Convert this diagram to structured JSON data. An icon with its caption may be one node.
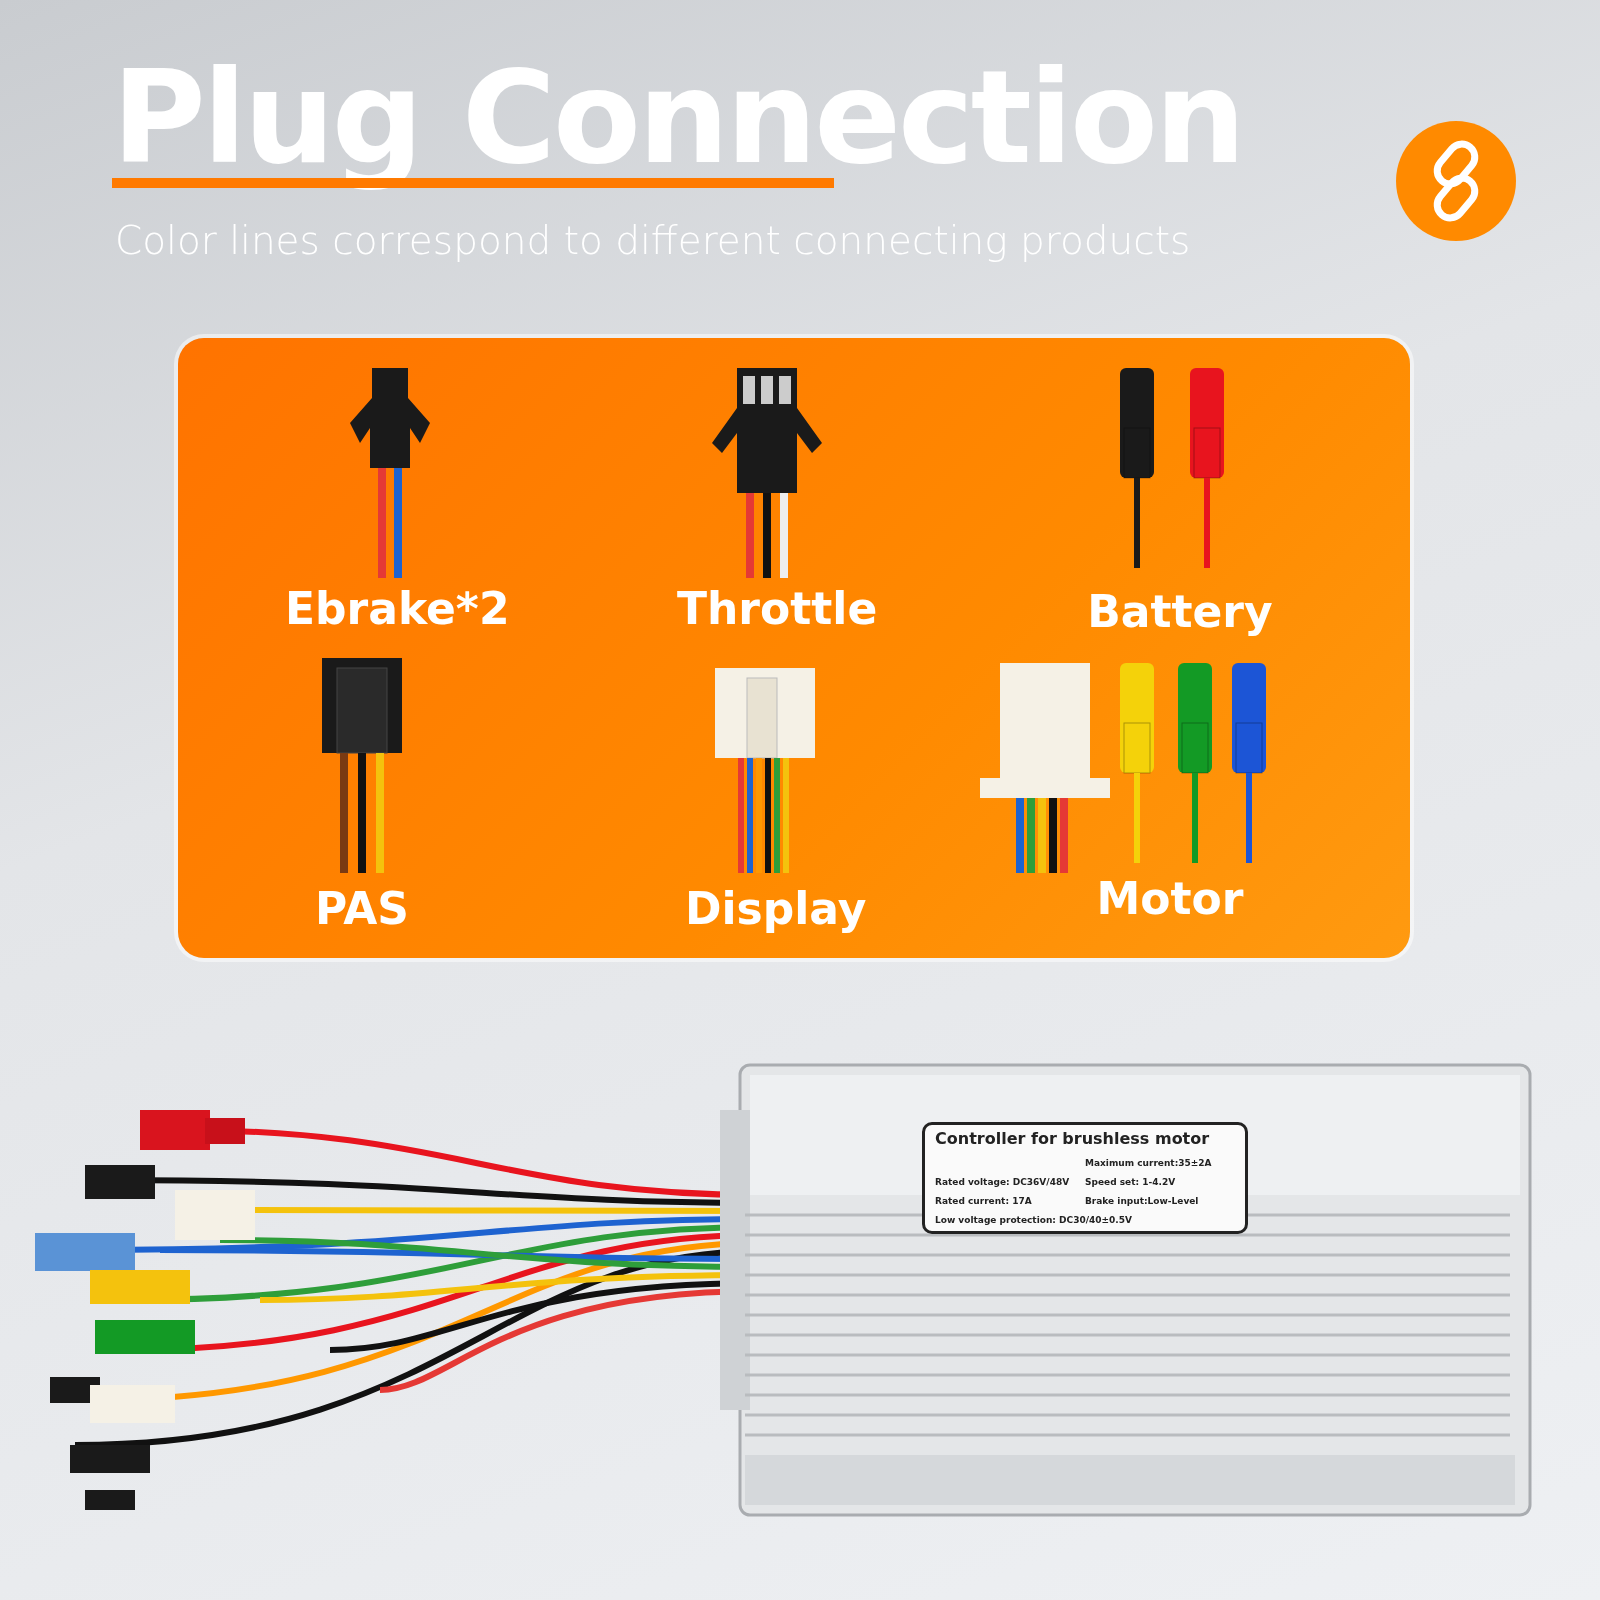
{
  "diagram": {
    "title": "Plug Connection",
    "caption": "Color lines correspond to different connecting products",
    "nodes": [
      {
        "text": [],
        "shape": "box"
      },
      {
        "text": [
          "Ebrake*2"
        ],
        "in": 0
      },
      {
        "text": [
          "Throttle"
        ],
        "in": 0
      },
      {
        "text": [
          "Battery"
        ],
        "in": 0
      },
      {
        "text": [
          "PAS"
        ],
        "in": 0
      },
      {
        "text": [
          "Display"
        ],
        "in": 0
      },
      {
        "text": [
          "Motor"
        ],
        "in": 0
      },
      {
        "text": [
          "Controller for brushless motor",
          "Maximum current:35±2A",
          "Rated voltage: DC36V/48V",
          "Speed set: 1-4.2V",
          "Rated current: 17A",
          "Brake input:Low-Level",
          "Low voltage protection: DC30/40±0.5V"
        ]
      }
    ]
  }
}
